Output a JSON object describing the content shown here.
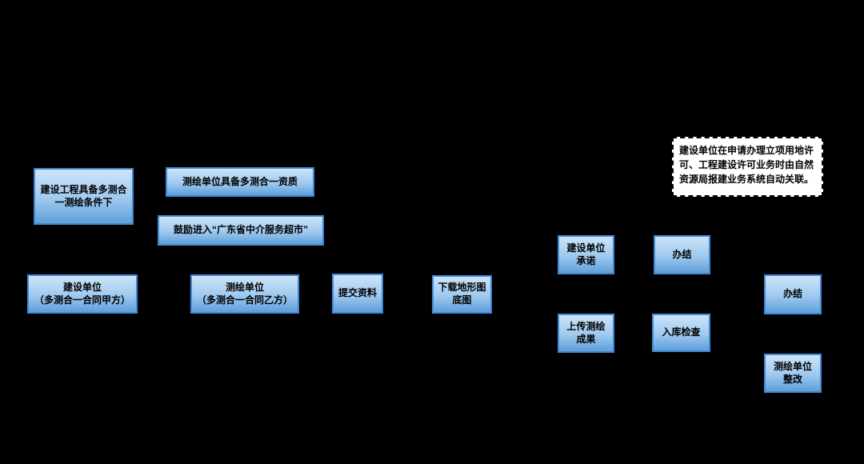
{
  "diagram": {
    "background_color": "#000000",
    "node_fill_top": "#cde4f8",
    "node_fill_bottom": "#5f9fd9",
    "node_border_color": "#4189d6",
    "node_text_color": "#000000",
    "nodes": [
      {
        "id": "project-multi-survey-condition",
        "label": "建设工程具备多测合\n一测绘条件下"
      },
      {
        "id": "survey-unit-qualification",
        "label": "测绘单位具备多测合一资质"
      },
      {
        "id": "intermediary-service-market",
        "label": "鼓励进入“广东省中介服务超市”"
      },
      {
        "id": "construction-unit-party-a",
        "label": "建设单位\n（多测合一合同甲方）"
      },
      {
        "id": "survey-unit-party-b",
        "label": "测绘单位\n（多测合一合同乙方）"
      },
      {
        "id": "submit-materials",
        "label": "提交资料"
      },
      {
        "id": "download-topographic-basemap",
        "label": "下载地形图\n底图"
      },
      {
        "id": "construction-unit-promise",
        "label": "建设单位\n承诺"
      },
      {
        "id": "upload-survey-results",
        "label": "上传测绘\n成果"
      },
      {
        "id": "conclude-first",
        "label": "办结"
      },
      {
        "id": "warehouse-inspection",
        "label": "入库检查"
      },
      {
        "id": "conclude-second",
        "label": "办结"
      },
      {
        "id": "survey-unit-rectification",
        "label": "测绘单位\n整改"
      }
    ],
    "note": {
      "text": "建设单位在申请办理立项用地许\n可、工程建设许可业务时由自然\n资源局报建业务系统自动关联。",
      "background_color": "#ffffff",
      "border_style": "dashed"
    }
  }
}
